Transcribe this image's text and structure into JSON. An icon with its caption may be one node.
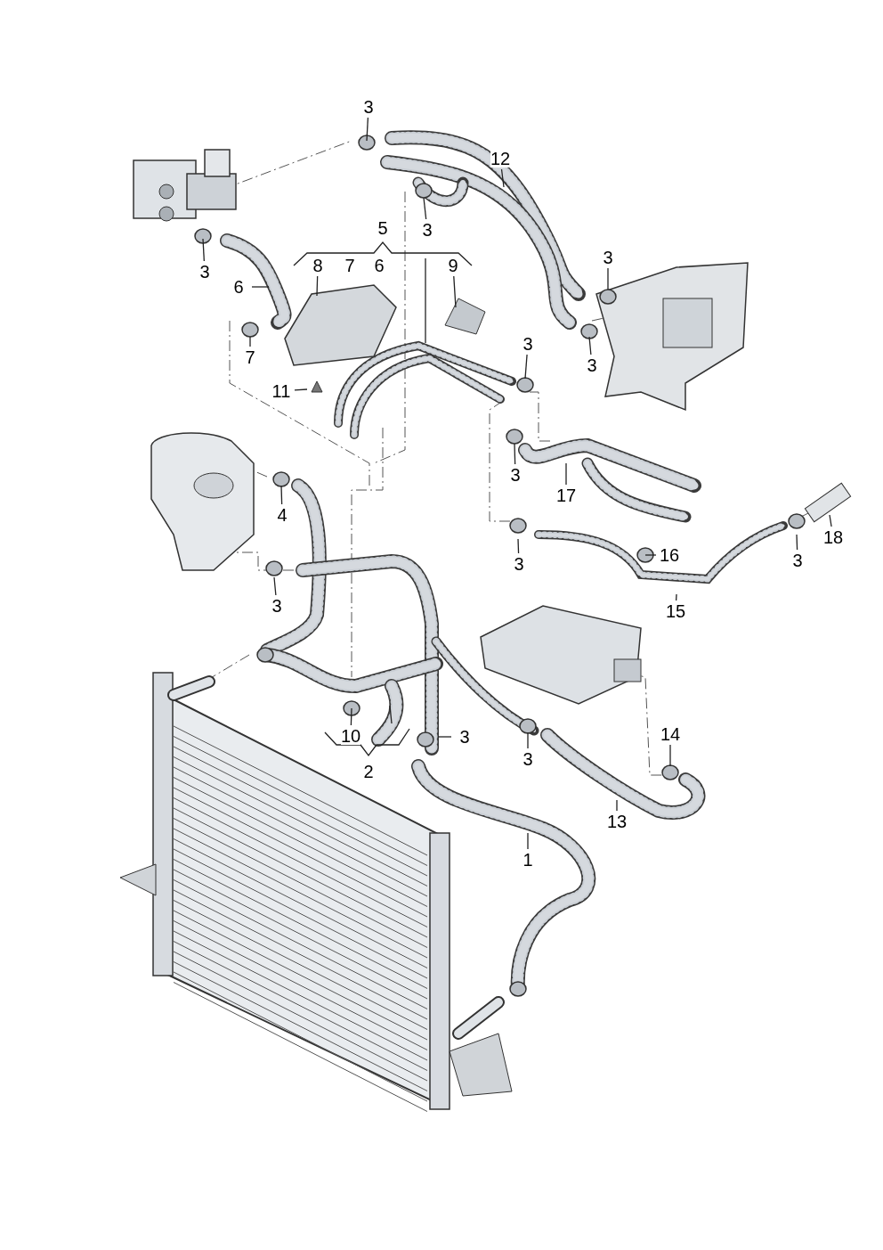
{
  "diagram": {
    "nodes": [
      {
        "text": [
          "3"
        ]
      },
      {
        "text": [
          "12"
        ]
      },
      {
        "text": [
          "3"
        ]
      },
      {
        "text": [
          "5"
        ]
      },
      {
        "text": [
          "3"
        ]
      },
      {
        "text": [
          "8"
        ]
      },
      {
        "text": [
          "7"
        ]
      },
      {
        "text": [
          "6"
        ]
      },
      {
        "text": [
          "9"
        ]
      },
      {
        "text": [
          "6"
        ]
      },
      {
        "text": [
          "3"
        ]
      },
      {
        "text": [
          "7"
        ]
      },
      {
        "text": [
          "11"
        ]
      },
      {
        "text": [
          "3"
        ]
      },
      {
        "text": [
          "3"
        ]
      },
      {
        "text": [
          "3"
        ]
      },
      {
        "text": [
          "17"
        ]
      },
      {
        "text": [
          "4"
        ]
      },
      {
        "text": [
          "18"
        ]
      },
      {
        "text": [
          "3"
        ]
      },
      {
        "text": [
          "16"
        ]
      },
      {
        "text": [
          "3"
        ]
      },
      {
        "text": [
          "3"
        ]
      },
      {
        "text": [
          "15"
        ]
      },
      {
        "text": [
          "10"
        ]
      },
      {
        "text": [
          "3"
        ]
      },
      {
        "text": [
          "2"
        ]
      },
      {
        "text": [
          "3"
        ]
      },
      {
        "text": [
          "14"
        ]
      },
      {
        "text": [
          "13"
        ]
      },
      {
        "text": [
          "1"
        ]
      }
    ],
    "edges": [
      {
        "from": 0,
        "to": null,
        "arrow": "none"
      },
      {
        "from": 1,
        "to": null,
        "arrow": "none"
      },
      {
        "from": 2,
        "to": null,
        "arrow": "none"
      },
      {
        "from": 4,
        "to": null,
        "arrow": "none"
      },
      {
        "from": 5,
        "to": null,
        "arrow": "none"
      },
      {
        "from": 8,
        "to": null,
        "arrow": "none"
      },
      {
        "from": 9,
        "to": null,
        "arrow": "none"
      },
      {
        "from": 10,
        "to": null,
        "arrow": "none"
      },
      {
        "from": 11,
        "to": null,
        "arrow": "none"
      },
      {
        "from": 12,
        "to": null,
        "arrow": "none"
      },
      {
        "from": 13,
        "to": null,
        "arrow": "none"
      },
      {
        "from": 14,
        "to": null,
        "arrow": "none"
      },
      {
        "from": 15,
        "to": null,
        "arrow": "none"
      },
      {
        "from": 16,
        "to": null,
        "arrow": "none"
      },
      {
        "from": 17,
        "to": null,
        "arrow": "none"
      },
      {
        "from": 18,
        "to": null,
        "arrow": "none"
      },
      {
        "from": 19,
        "to": null,
        "arrow": "none"
      },
      {
        "from": 20,
        "to": null,
        "arrow": "none"
      },
      {
        "from": 21,
        "to": null,
        "arrow": "none"
      },
      {
        "from": 22,
        "to": null,
        "arrow": "none"
      },
      {
        "from": 23,
        "to": null,
        "arrow": "none"
      },
      {
        "from": 24,
        "to": null,
        "arrow": "none"
      },
      {
        "from": 25,
        "to": null,
        "arrow": "none"
      },
      {
        "from": 27,
        "to": null,
        "arrow": "none"
      },
      {
        "from": 28,
        "to": null,
        "arrow": "none"
      },
      {
        "from": 29,
        "to": null,
        "arrow": "none"
      },
      {
        "from": 30,
        "to": null,
        "arrow": "none"
      }
    ]
  }
}
